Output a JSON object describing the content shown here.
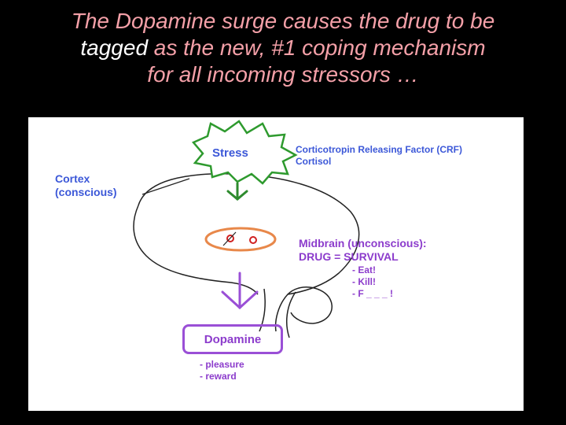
{
  "title": {
    "line1": "The Dopamine surge causes the drug to be",
    "tagged": "tagged",
    "line2_rest": " as the new, #1 coping mechanism",
    "line3": "for all incoming stressors …"
  },
  "diagram": {
    "stress": "Stress",
    "crf_line1": "Corticotropin Releasing Factor (CRF)",
    "crf_line2": "Cortisol",
    "cortex_line1": "Cortex",
    "cortex_line2": "(conscious)",
    "midbrain_line1": "Midbrain (unconscious):",
    "midbrain_line2": "DRUG = SURVIVAL",
    "survival_items": [
      "- Eat!",
      "- Kill!",
      "- F _ _ _ !"
    ],
    "dopamine": "Dopamine",
    "dopamine_items": [
      "- pleasure",
      "- reward"
    ]
  },
  "colors": {
    "title": "#f4a0a8",
    "label_blue": "#3c58d8",
    "label_purple": "#8c3ccc",
    "arrow_green": "#2e8b2e",
    "arrow_purple": "#9a4fd6",
    "midbrain_oval": "#e8884a",
    "spot_red": "#d02020"
  }
}
